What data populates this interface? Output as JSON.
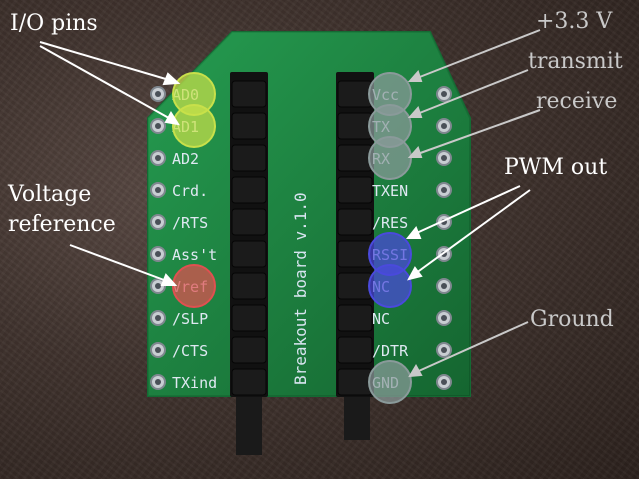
{
  "annotations": {
    "io_pins": "I/O pins",
    "voltage_reference": "Voltage\nreference",
    "vcc_33": "+3.3 V",
    "transmit": "transmit",
    "receive": "receive",
    "pwm_out": "PWM out",
    "ground": "Ground"
  },
  "board": {
    "title": "Breakout board v.1.0",
    "left_pins": [
      "AD0",
      "AD1",
      "AD2",
      "Crd.",
      "/RTS",
      "Ass't",
      "Vref",
      "/SLP",
      "/CTS",
      "TXind"
    ],
    "right_pins": [
      "Vcc",
      "TX",
      "RX",
      "TXEN",
      "/RES",
      "RSSI",
      "NC",
      "NC",
      "/DTR",
      "GND"
    ]
  },
  "highlight_colors": {
    "io": "#c8e04a",
    "vref": "#e05050",
    "pwm": "#4a4adc",
    "gray": "#8a9a9a",
    "board": "#1f8a45"
  }
}
